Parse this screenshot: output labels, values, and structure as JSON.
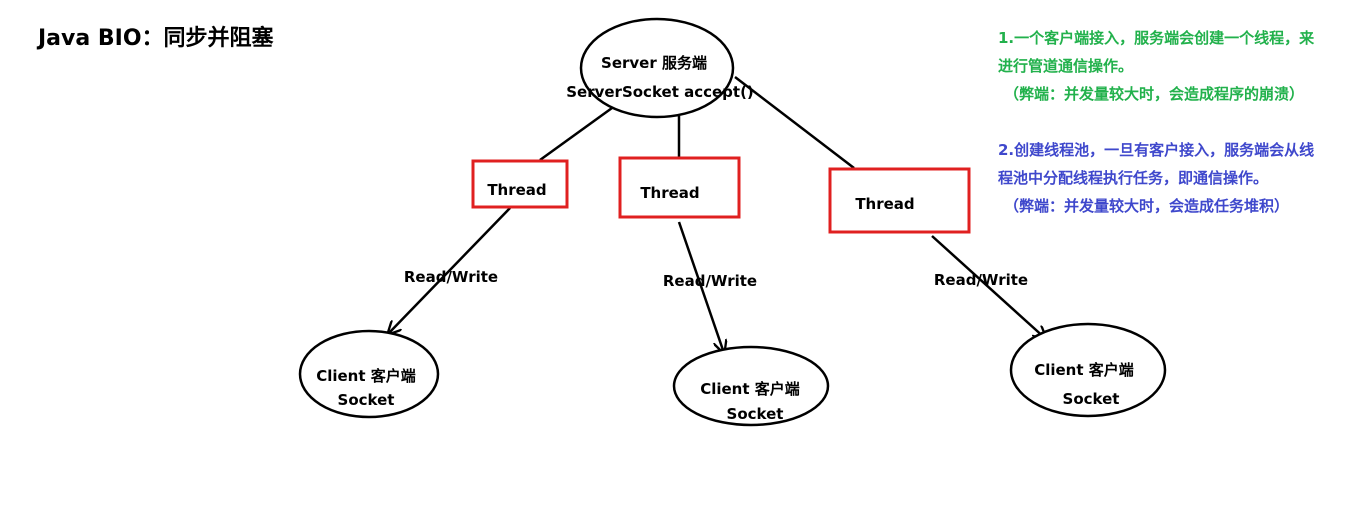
{
  "title": "Java BIO：同步并阻塞",
  "server": {
    "line1": "Server 服务端",
    "line2": "ServerSocket  accept()"
  },
  "threads": [
    "Thread",
    "Thread",
    "Thread"
  ],
  "edge_label": "Read/Write",
  "clients": [
    {
      "line1": "Client 客户端",
      "line2": "Socket"
    },
    {
      "line1": "Client 客户端",
      "line2": "Socket"
    },
    {
      "line1": "Client 客户端",
      "line2": "Socket"
    }
  ],
  "notes": {
    "note1": {
      "color": "#22b14c",
      "line1": "1.一个客户端接入，服务端会创建一个线程，来",
      "line2": "进行管道通信操作。",
      "line3": "（弊端：并发量较大时，会造成程序的崩溃）"
    },
    "note2": {
      "color": "#3f48cc",
      "line1": "2.创建线程池，一旦有客户接入，服务端会从线",
      "line2": "程池中分配线程执行任务，即通信操作。",
      "line3": "（弊端：并发量较大时，会造成任务堆积）"
    }
  },
  "colors": {
    "thread_border": "#e02020",
    "stroke": "#000000"
  }
}
